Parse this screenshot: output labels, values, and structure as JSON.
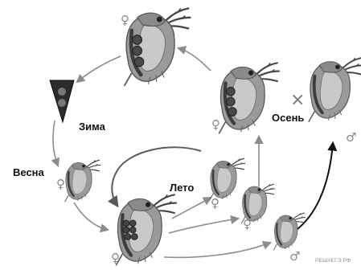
{
  "seasons": {
    "winter": "Зима",
    "spring": "Весна",
    "summer": "Лето",
    "autumn": "Осень"
  },
  "symbols": {
    "female": "♀",
    "male": "♂",
    "cross": "×"
  },
  "watermark": "РЕШУЕГЭ.РФ",
  "colors": {
    "body_fill": "#9a9a9a",
    "body_light": "#c4c4c4",
    "shell_dark": "#3c3c3c",
    "arrow_gray": "#8c8c8c",
    "arrow_black": "#111111"
  },
  "organisms": [
    {
      "name": "female-top",
      "sex": "female"
    },
    {
      "name": "female-autumn",
      "sex": "female"
    },
    {
      "name": "male-autumn",
      "sex": "male"
    },
    {
      "name": "female-spring",
      "sex": "female"
    },
    {
      "name": "female-summer-parent",
      "sex": "female"
    },
    {
      "name": "female-summer-1",
      "sex": "female"
    },
    {
      "name": "female-summer-2",
      "sex": "female"
    },
    {
      "name": "male-summer",
      "sex": "male"
    }
  ]
}
